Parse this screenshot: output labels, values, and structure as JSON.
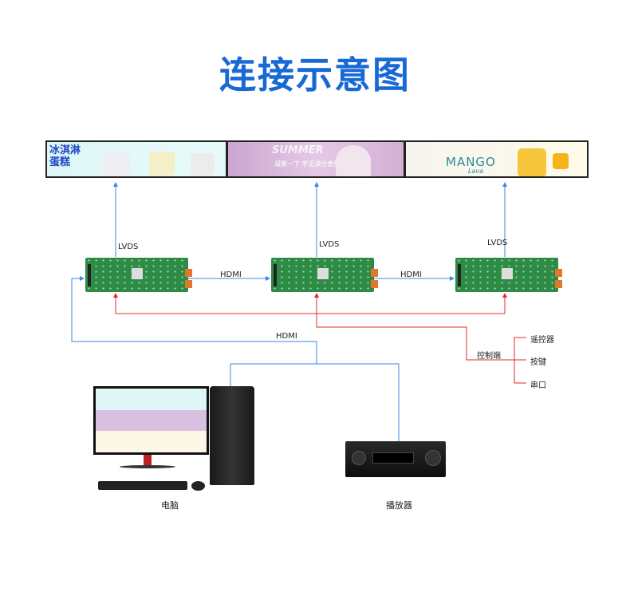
{
  "title": "连接示意图",
  "screens": [
    {
      "name": "ice-cream-cake",
      "text": "冰淇淋蛋糕"
    },
    {
      "name": "summer",
      "text": "SUMMER",
      "subtext": "凝聚一下 芋见满分香甜!"
    },
    {
      "name": "mango",
      "text": "MANGO",
      "subtext": "Lava"
    }
  ],
  "labels": {
    "lvds": "LVDS",
    "hdmi": "HDMI",
    "control": "控制端",
    "remote": "遥控器",
    "button": "按键",
    "serial": "串口",
    "pc": "电脑",
    "player": "播放器"
  },
  "colors": {
    "blue": "#3a86e0",
    "red": "#e02a2a",
    "title": "#1769d6"
  }
}
